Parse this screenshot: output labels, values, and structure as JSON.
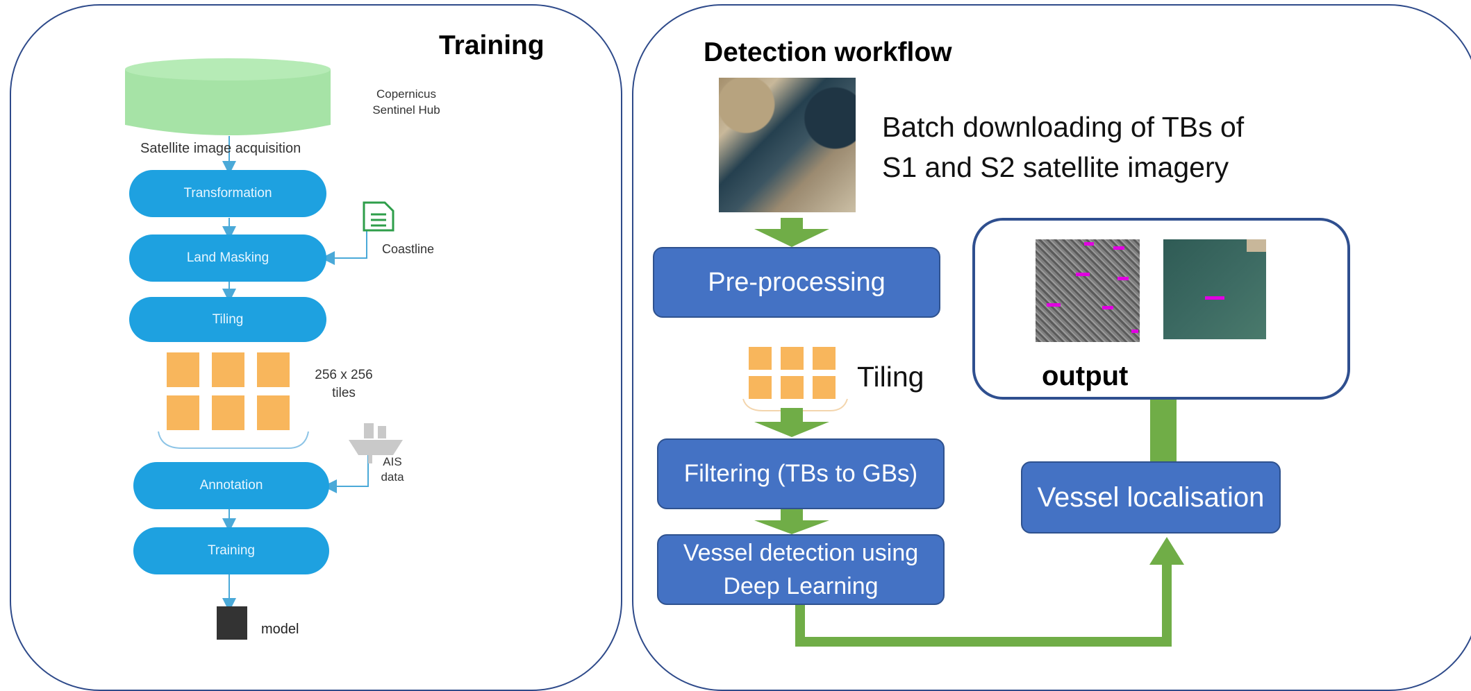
{
  "training": {
    "title": "Training",
    "source_label": "Copernicus\nSentinel Hub",
    "acquisition_label": "Satellite image acquisition",
    "steps": {
      "transformation": "Transformation",
      "land_masking": "Land Masking",
      "tiling": "Tiling",
      "annotation": "Annotation",
      "training": "Training"
    },
    "coastline_label": "Coastline",
    "tiles_label": "256 x 256\ntiles",
    "ais_label": "AIS\ndata",
    "model_label": "model"
  },
  "detection": {
    "title": "Detection workflow",
    "batch_text": "Batch downloading of TBs of\nS1 and S2 satellite imagery",
    "preprocessing": "Pre-processing",
    "tiling": "Tiling",
    "filtering": "Filtering (TBs to GBs)",
    "vessel_detection": "Vessel detection using\nDeep Learning",
    "vessel_localisation": "Vessel localisation",
    "output": "output"
  },
  "colors": {
    "panel_border": "#2e4a8a",
    "training_box": "#1ea1e0",
    "cylinder": "#a6e3a6",
    "tile": "#f8b65c",
    "detection_box": "#4472c4",
    "green_arrow": "#70ad47",
    "blue_arrow": "#4aa9d8"
  },
  "icons": [
    "document-icon",
    "ship-icon",
    "model-square-icon"
  ]
}
